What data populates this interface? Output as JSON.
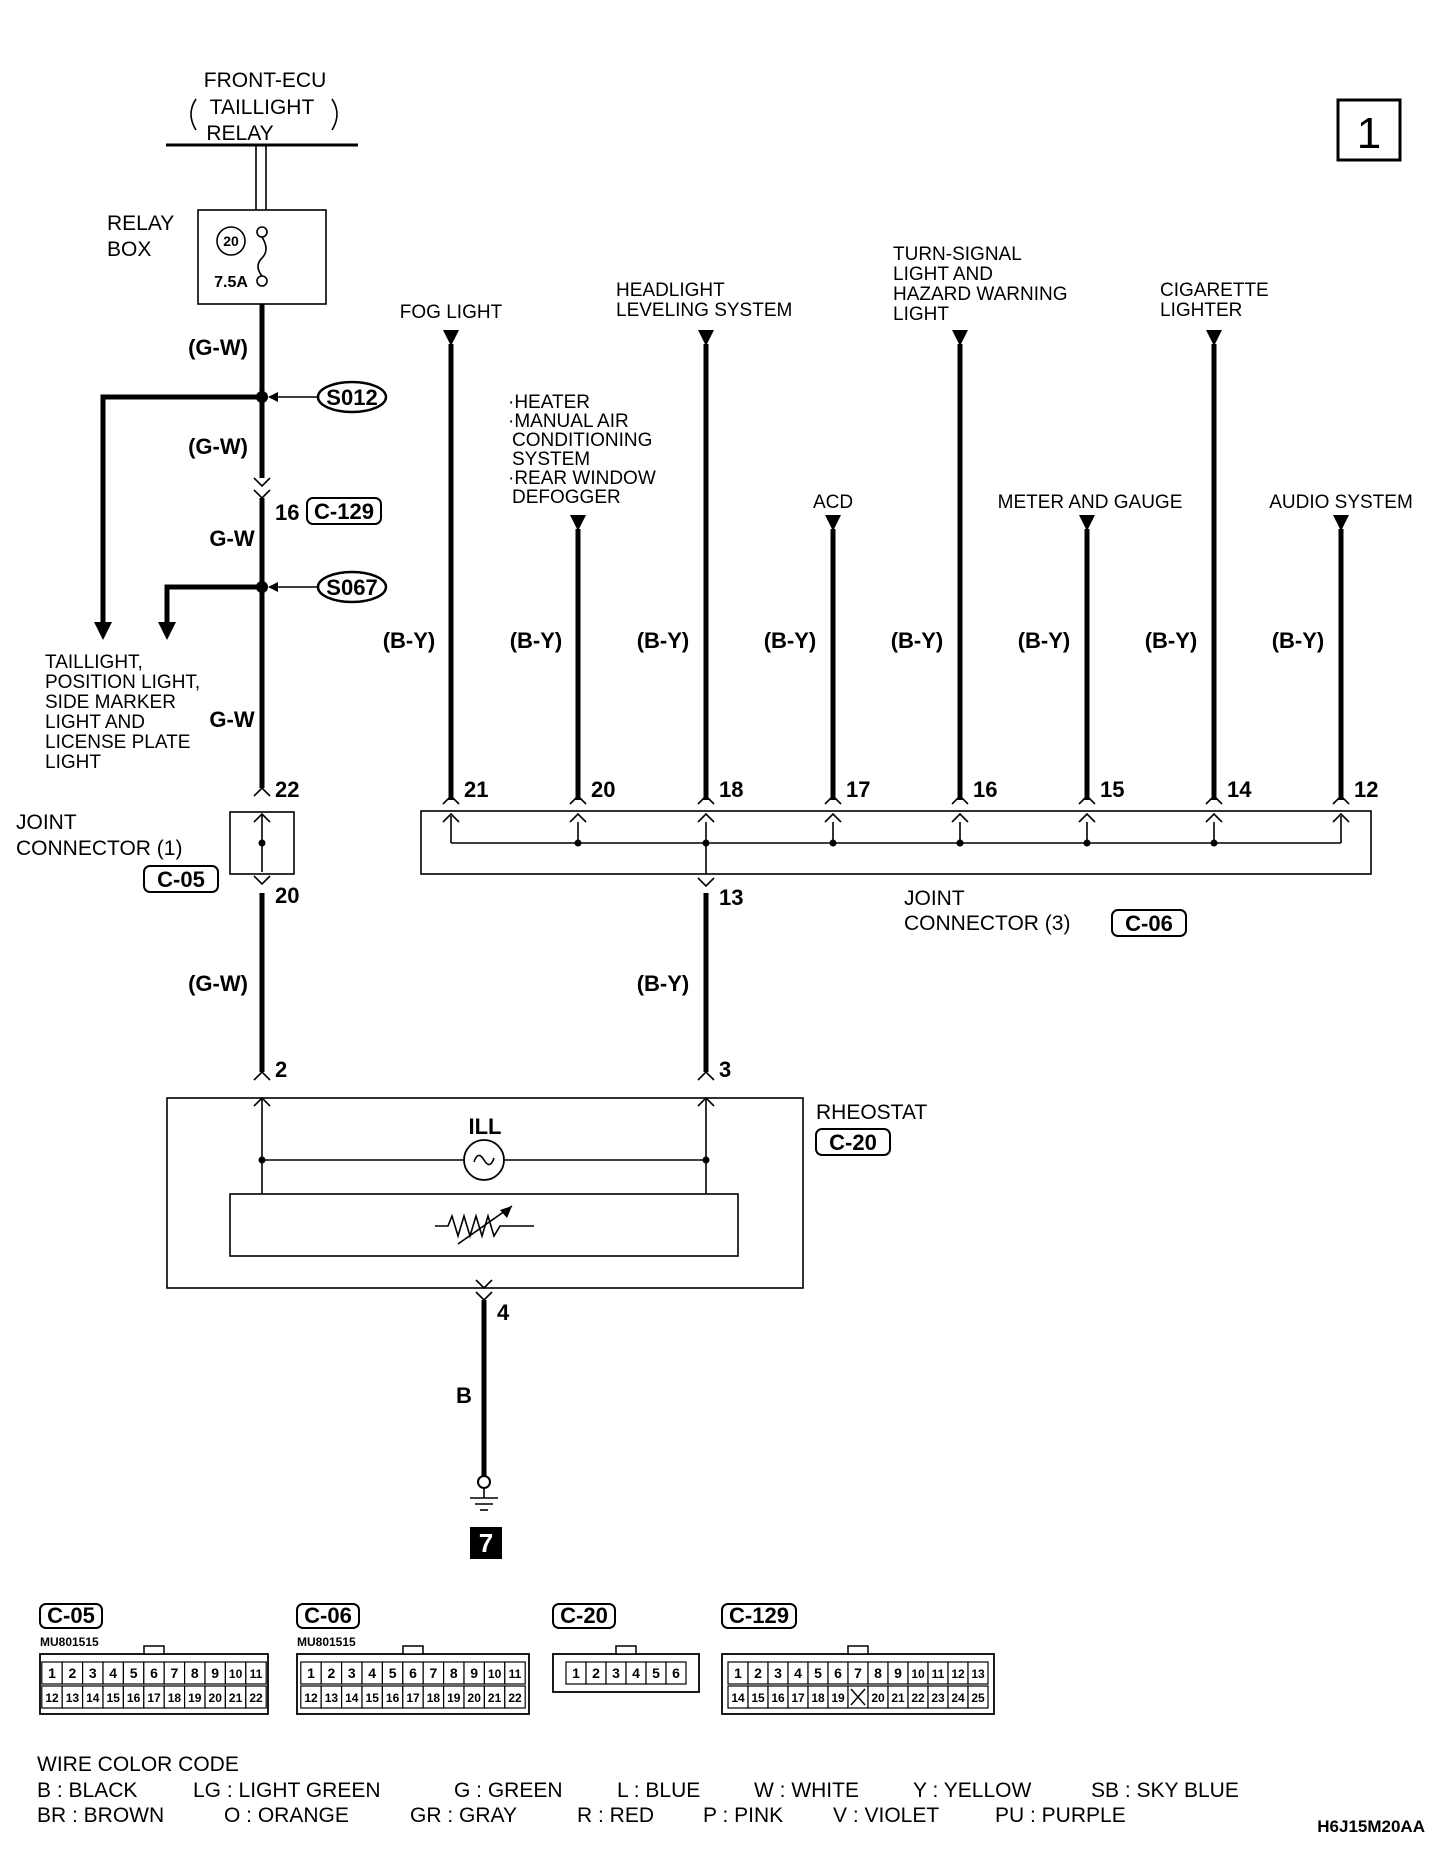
{
  "page_number": "1",
  "source": {
    "line1": "FRONT-ECU",
    "line2": "TAILLIGHT",
    "line3": "RELAY"
  },
  "relay_box": {
    "label1": "RELAY",
    "label2": "BOX",
    "fuse_number": "20",
    "fuse_rating": "7.5A"
  },
  "wire_colors": {
    "gw_paren": "(G-W)",
    "gw": "G-W",
    "by_paren": "(B-Y)",
    "b": "B"
  },
  "splices": {
    "s012": "S012",
    "s067": "S067"
  },
  "connector_c129": {
    "pin": "16",
    "id": "C-129"
  },
  "taillight_group": [
    "TAILLIGHT,",
    "POSITION LIGHT,",
    "SIDE MARKER",
    "LIGHT AND",
    "LICENSE PLATE",
    "LIGHT"
  ],
  "joint_connector_1": {
    "label1": "JOINT",
    "label2": "CONNECTOR (1)",
    "id": "C-05",
    "pin_in": "22",
    "pin_out": "20"
  },
  "joint_connector_3": {
    "label1": "JOINT",
    "label2": "CONNECTOR (3)",
    "id": "C-06",
    "pin_out": "13"
  },
  "branches": [
    {
      "pin": "21",
      "label": [
        "FOG LIGHT"
      ]
    },
    {
      "pin": "20",
      "label": [
        "·HEATER",
        "·MANUAL AIR",
        "CONDITIONING",
        "SYSTEM",
        "·REAR WINDOW",
        "DEFOGGER"
      ]
    },
    {
      "pin": "18",
      "label": [
        "HEADLIGHT",
        "LEVELING SYSTEM"
      ]
    },
    {
      "pin": "17",
      "label": [
        "ACD"
      ]
    },
    {
      "pin": "16",
      "label": [
        "TURN-SIGNAL",
        "LIGHT AND",
        "HAZARD WARNING",
        "LIGHT"
      ]
    },
    {
      "pin": "15",
      "label": [
        "METER AND GAUGE"
      ]
    },
    {
      "pin": "14",
      "label": [
        "CIGARETTE",
        "LIGHTER"
      ]
    },
    {
      "pin": "12",
      "label": [
        "AUDIO SYSTEM"
      ]
    }
  ],
  "rheostat": {
    "label": "RHEOSTAT",
    "id": "C-20",
    "pin_left": "2",
    "pin_right": "3",
    "pin_ground": "4",
    "lamp_label": "ILL"
  },
  "ground": {
    "number": "7"
  },
  "connector_faces": [
    {
      "id": "C-05",
      "part": "MU801515",
      "row1": [
        "1",
        "2",
        "3",
        "4",
        "5",
        "6",
        "7",
        "8",
        "9",
        "10",
        "11"
      ],
      "row2": [
        "12",
        "13",
        "14",
        "15",
        "16",
        "17",
        "18",
        "19",
        "20",
        "21",
        "22"
      ]
    },
    {
      "id": "C-06",
      "part": "MU801515",
      "row1": [
        "1",
        "2",
        "3",
        "4",
        "5",
        "6",
        "7",
        "8",
        "9",
        "10",
        "11"
      ],
      "row2": [
        "12",
        "13",
        "14",
        "15",
        "16",
        "17",
        "18",
        "19",
        "20",
        "21",
        "22"
      ]
    },
    {
      "id": "C-20",
      "part": "",
      "row1": [
        "1",
        "2",
        "3",
        "4",
        "5",
        "6"
      ],
      "row2": []
    },
    {
      "id": "C-129",
      "part": "",
      "row1": [
        "1",
        "2",
        "3",
        "4",
        "5",
        "6",
        "7",
        "8",
        "9",
        "10",
        "11",
        "12",
        "13"
      ],
      "row2": [
        "14",
        "15",
        "16",
        "17",
        "18",
        "19",
        "",
        "20",
        "21",
        "22",
        "23",
        "24",
        "25"
      ]
    }
  ],
  "legend": {
    "title": "WIRE COLOR CODE",
    "row1": [
      "B : BLACK",
      "LG : LIGHT GREEN",
      "G : GREEN",
      "L : BLUE",
      "W : WHITE",
      "Y : YELLOW",
      "SB : SKY BLUE"
    ],
    "row2": [
      "BR : BROWN",
      "O : ORANGE",
      "GR : GRAY",
      "R : RED",
      "P : PINK",
      "V : VIOLET",
      "PU : PURPLE"
    ]
  },
  "figure_code": "H6J15M20AA"
}
